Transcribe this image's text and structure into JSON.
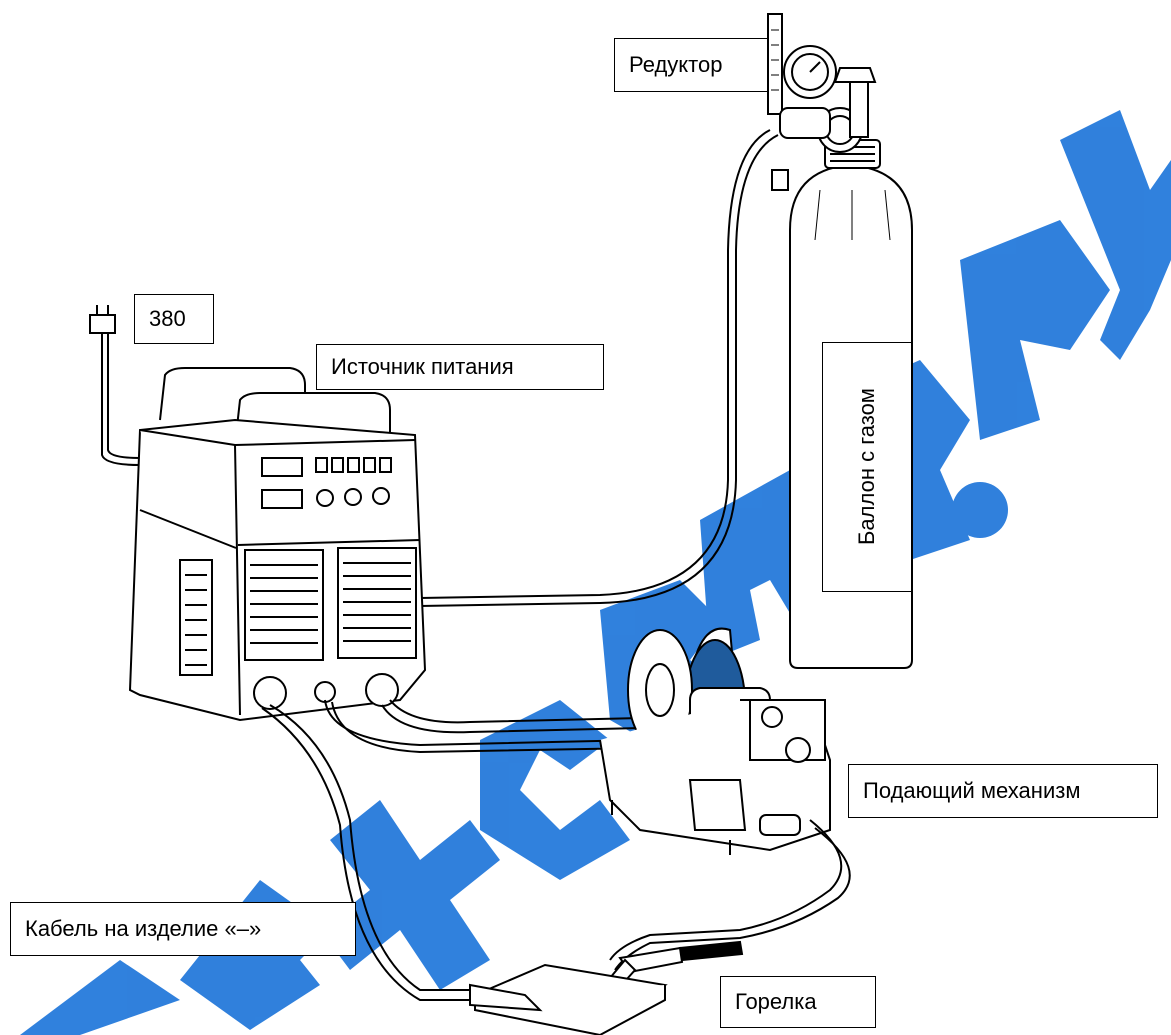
{
  "labels": {
    "reducer": "Редуктор",
    "voltage": "380",
    "power_source": "Источник питания",
    "gas_cylinder": "Баллон с газом",
    "wire_feeder": "Подающий механизм",
    "work_cable": "Кабель на изделие «–»",
    "torch": "Горелка"
  },
  "watermark": {
    "text": "SVAREXCBAP.PY",
    "color": "#1a73d9"
  },
  "colors": {
    "line": "#000000",
    "spool_wire": "#1f5b9c"
  }
}
